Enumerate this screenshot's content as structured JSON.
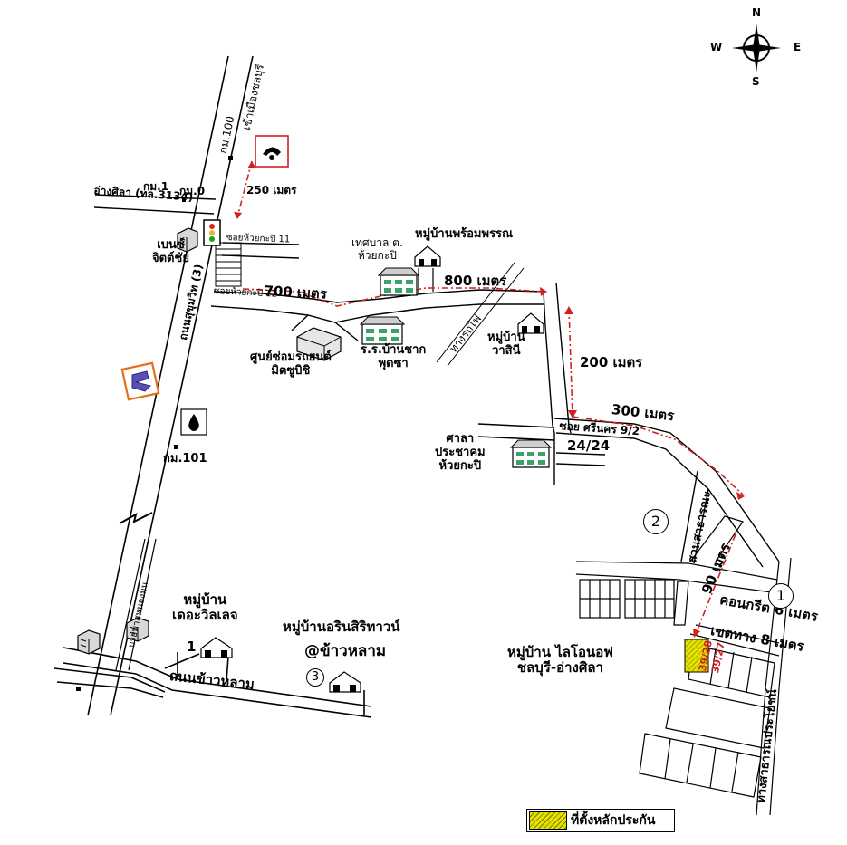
{
  "colors": {
    "route": "#d22020",
    "road": "#000000",
    "collateral": "#e5e200",
    "gas_icon_border": "#e56f1a",
    "gas_icon_fill": "#5a4fb5"
  },
  "compass": {
    "n": "N",
    "s": "S",
    "e": "E",
    "w": "W"
  },
  "roads": {
    "toward_chonburi": "เข้าเมืองชลบุรี",
    "ang_sila": "อ่างศิลา (ทล.3134)",
    "sukhumvit": "ถนนสุขุมวิท (3)",
    "soi11": "ซอยห้วยกะปิ 11",
    "soi12": "ซอยห้วยกะปิ 12",
    "railway": "ทางรถไฟ",
    "soi_srinakorn": "ซอย ศรีนคร 9/2",
    "park_road": "สวนสาธารณะ",
    "concrete": "คอนกรีต 6 เมตร",
    "right_of_way": "เขตทาง 8 เมตร",
    "public_way": "ทางสาธารณประโยชน์",
    "bypass": "บายพาสหนองมน",
    "khao_lam_road": "ถนนข้าวหลาม"
  },
  "kilometers": {
    "km100": "กม.100",
    "km1": "กม.1",
    "km0": "กม.0",
    "km101": "กม.101"
  },
  "distances": {
    "d250": "250 เมตร",
    "d700": "700 เมตร",
    "d800": "800 เมตร",
    "d200": "200 เมตร",
    "d300": "300 เมตร",
    "d90": "90 เมตร"
  },
  "places": {
    "benz": "เบนซ์\nจิตต์ชัย",
    "municipality": "เทศบาล ต.\nห้วยกะปิ",
    "phromphan": "หมู่บ้านพร้อมพรรณ",
    "mitsubishi": "ศูนย์ซ่อมรถยนต์\nมิตซูบิชิ",
    "school": "ร.ร.บ้านชาก\nพุดซา",
    "wasinee": "หมู่บ้าน\nวาสินี",
    "hall": "ศาลา\nประชาคม\nห้วยกะปิ",
    "the_village": "หมู่บ้าน\nเดอะวิลเลจ",
    "arin": "หมู่บ้านอรินสิริทาวน์",
    "khao_lam_at": "@ข้าวหลาม",
    "lion_of": "หมู่บ้าน ไลโอนอฟ\nชลบุรี-อ่างศิลา"
  },
  "numbers": {
    "n24": "24/24",
    "plot1": "39/28",
    "plot2": "39/27",
    "c1": "1",
    "c2": "2",
    "c3": "3",
    "m1": "1"
  },
  "legend": {
    "label": "ที่ตั้งหลักประกัน"
  },
  "icons": [
    "traffic-light-icon",
    "route-marker-icon",
    "building-icon",
    "gas-station-icon",
    "fuel-drop-icon",
    "house-icon",
    "school-building-icon",
    "compass-icon"
  ]
}
